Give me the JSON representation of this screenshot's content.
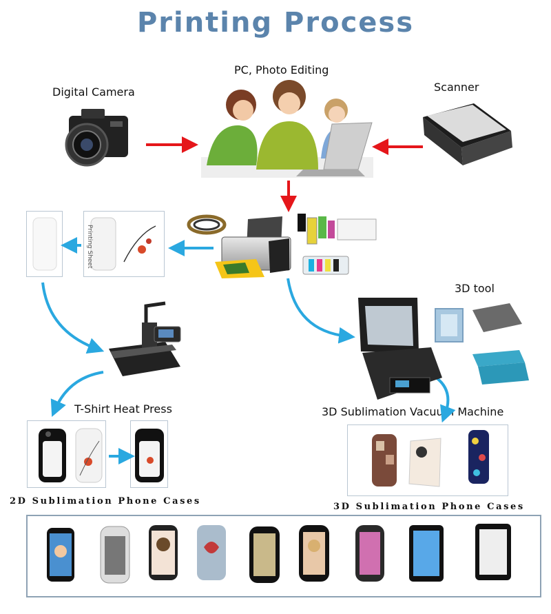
{
  "title": "Printing Process",
  "colors": {
    "title": "#5b84ac",
    "red_arrow": "#e5161a",
    "blue_arrow": "#2aa8e0",
    "panel_border": "#b9c6d2"
  },
  "labels": {
    "digital_camera": "Digital Camera",
    "pc_photo_editing": "PC, Photo Editing",
    "scanner": "Scanner",
    "printing_sheet": "Printing Sheet",
    "tool_3d": "3D tool",
    "tshirt_heat_press": "T-Shirt Heat Press",
    "vacuum_machine": "3D Sublimation Vacuum Machine",
    "cases_2d": "2D Sublimation Phone Cases",
    "cases_3d": "3D Sublimation Phone Cases"
  },
  "icons": {
    "camera": "camera-icon",
    "people_laptop": "people-with-laptop-icon",
    "scanner": "scanner-icon",
    "printer": "printer-icon",
    "ink": "ink-bottles-icon",
    "heat_press": "heat-press-icon",
    "vacuum": "vacuum-machine-icon",
    "phone_case": "phone-case-icon"
  }
}
